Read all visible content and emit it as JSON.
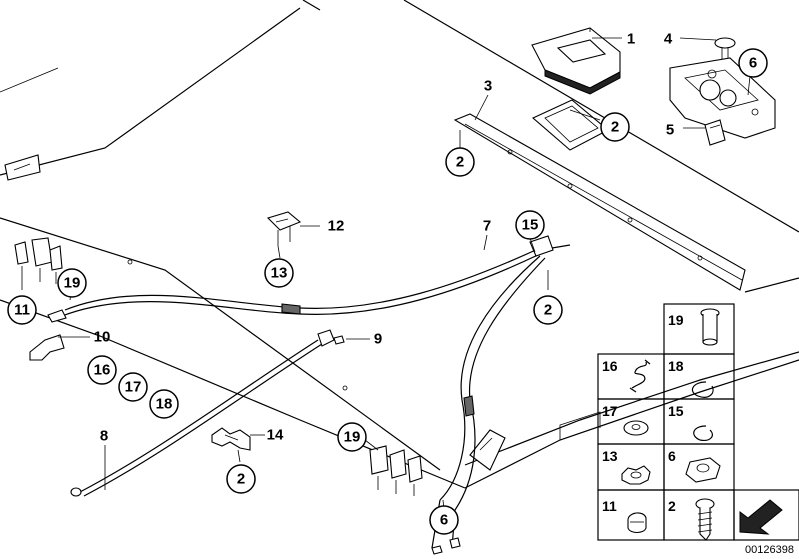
{
  "diagram": {
    "reference_number": "00126398",
    "callouts": {
      "c1": "1",
      "c2a": "2",
      "c2b": "2",
      "c2c": "2",
      "c2d": "2",
      "c3": "3",
      "c4": "4",
      "c5": "5",
      "c6a": "6",
      "c6b": "6",
      "c7": "7",
      "c8": "8",
      "c9": "9",
      "c10": "10",
      "c11": "11",
      "c12": "12",
      "c13": "13",
      "c14": "14",
      "c15": "15",
      "c16": "16",
      "c17": "17",
      "c18": "18",
      "c19a": "19",
      "c19b": "19"
    },
    "legend": {
      "cells": [
        "19",
        "16",
        "18",
        "17",
        "15",
        "13",
        "6",
        "11",
        "2"
      ]
    }
  }
}
